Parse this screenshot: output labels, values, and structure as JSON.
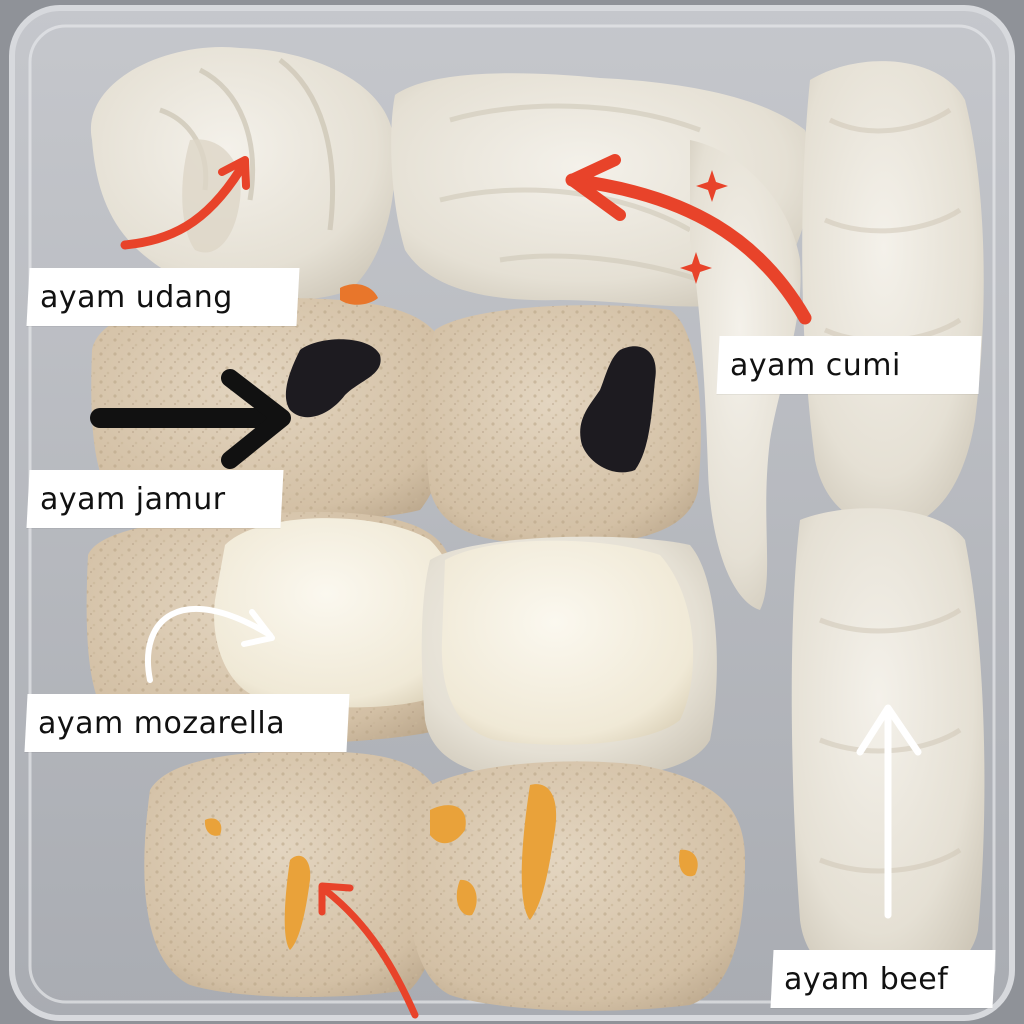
{
  "labels": {
    "udang": "ayam udang",
    "cumi": "ayam cumi",
    "jamur": "ayam jamur",
    "mozarella": "ayam mozarella",
    "beef": "ayam beef"
  },
  "colors": {
    "container": "#b9bbc0",
    "dough": "#e8e4da",
    "meat": "#d8c7b0",
    "cheese": "#f2ecd9",
    "mushroom": "#1d1b20",
    "carrot": "#e9a23a",
    "arrow_red": "#e8432a",
    "arrow_black": "#111111",
    "arrow_white": "#ffffff"
  }
}
